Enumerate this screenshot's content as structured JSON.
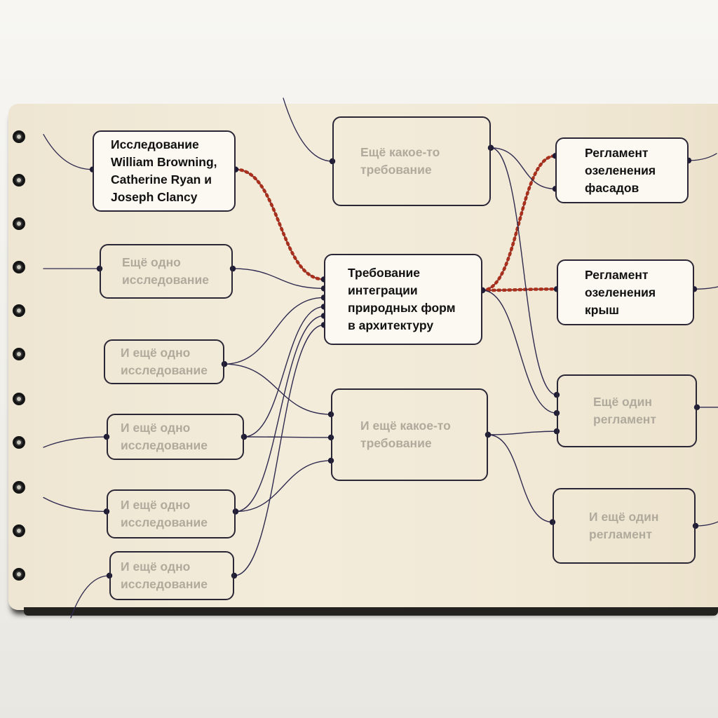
{
  "diagram": {
    "nodes": [
      {
        "id": "research-browning",
        "label": "Исследование\nWilliam Browning,\nCatherine Ryan и\nJoseph Clancy",
        "emphasis": "highlighted"
      },
      {
        "id": "research-2",
        "label": "Ещё одно\nисследование",
        "emphasis": "faded"
      },
      {
        "id": "research-3",
        "label": "И ещё одно\nисследование",
        "emphasis": "faded"
      },
      {
        "id": "research-4",
        "label": "И ещё одно\nисследование",
        "emphasis": "faded"
      },
      {
        "id": "research-5",
        "label": "И ещё одно\nисследование",
        "emphasis": "faded"
      },
      {
        "id": "research-6",
        "label": "И ещё одно\nисследование",
        "emphasis": "faded"
      },
      {
        "id": "requirement-other",
        "label": "Ещё какое-то\nтребование",
        "emphasis": "faded"
      },
      {
        "id": "requirement-natural-forms",
        "label": "Требование\nинтеграции\nприродных форм\nв архитектуру",
        "emphasis": "highlighted"
      },
      {
        "id": "requirement-another",
        "label": "И ещё какое-то\nтребование",
        "emphasis": "faded"
      },
      {
        "id": "regulation-facades",
        "label": "Регламент\nозеленения\nфасадов",
        "emphasis": "highlighted"
      },
      {
        "id": "regulation-roofs",
        "label": "Регламент\nозеленения\nкрыш",
        "emphasis": "highlighted"
      },
      {
        "id": "regulation-other",
        "label": "Ещё один\nрегламент",
        "emphasis": "faded"
      },
      {
        "id": "regulation-another",
        "label": "И ещё один\nрегламент",
        "emphasis": "faded"
      }
    ],
    "edges": [
      {
        "from": "research-browning",
        "to": "requirement-natural-forms",
        "style": "red-beaded"
      },
      {
        "from": "requirement-natural-forms",
        "to": "regulation-facades",
        "style": "red-beaded"
      },
      {
        "from": "requirement-natural-forms",
        "to": "regulation-roofs",
        "style": "red-beaded"
      },
      {
        "from": "research-2",
        "to": "requirement-natural-forms",
        "style": "thread"
      },
      {
        "from": "research-3",
        "to": "requirement-natural-forms",
        "style": "thread"
      },
      {
        "from": "research-3",
        "to": "requirement-another",
        "style": "thread"
      },
      {
        "from": "research-4",
        "to": "requirement-natural-forms",
        "style": "thread"
      },
      {
        "from": "research-4",
        "to": "requirement-another",
        "style": "thread"
      },
      {
        "from": "research-5",
        "to": "requirement-natural-forms",
        "style": "thread"
      },
      {
        "from": "research-5",
        "to": "requirement-another",
        "style": "thread"
      },
      {
        "from": "research-6",
        "to": "requirement-natural-forms",
        "style": "thread"
      },
      {
        "from": "requirement-other",
        "to": "regulation-facades",
        "style": "thread"
      },
      {
        "from": "requirement-other",
        "to": "regulation-other",
        "style": "thread"
      },
      {
        "from": "requirement-natural-forms",
        "to": "regulation-other",
        "style": "thread"
      },
      {
        "from": "requirement-another",
        "to": "regulation-other",
        "style": "thread"
      },
      {
        "from": "requirement-another",
        "to": "regulation-another",
        "style": "thread"
      }
    ]
  },
  "colors": {
    "thread": "#2f2a4f",
    "red_beads": "#a8301c",
    "highlight_text": "#111111",
    "faded_text": "#b0aa9d",
    "paper": "#f2eadb"
  }
}
